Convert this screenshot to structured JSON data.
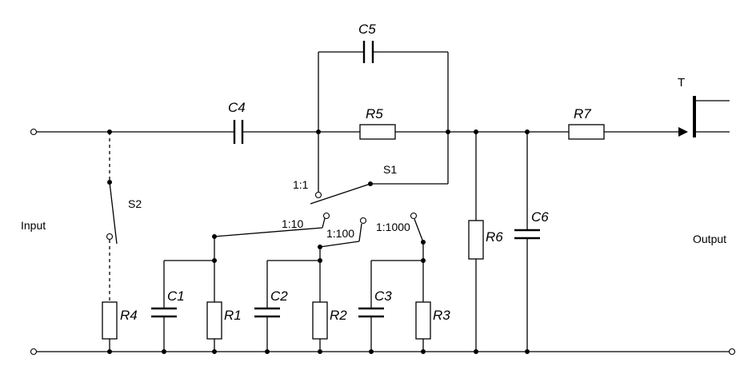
{
  "labels": {
    "input": "Input",
    "output": "Output",
    "c1": "C1",
    "c2": "C2",
    "c3": "C3",
    "c4": "C4",
    "c5": "C5",
    "c6": "C6",
    "r1": "R1",
    "r2": "R2",
    "r3": "R3",
    "r4": "R4",
    "r5": "R5",
    "r6": "R6",
    "r7": "R7",
    "s1": "S1",
    "s2": "S2",
    "t": "T",
    "ratio_1_1": "1:1",
    "ratio_1_10": "1:10",
    "ratio_1_100": "1:100",
    "ratio_1_1000": "1:1000"
  }
}
